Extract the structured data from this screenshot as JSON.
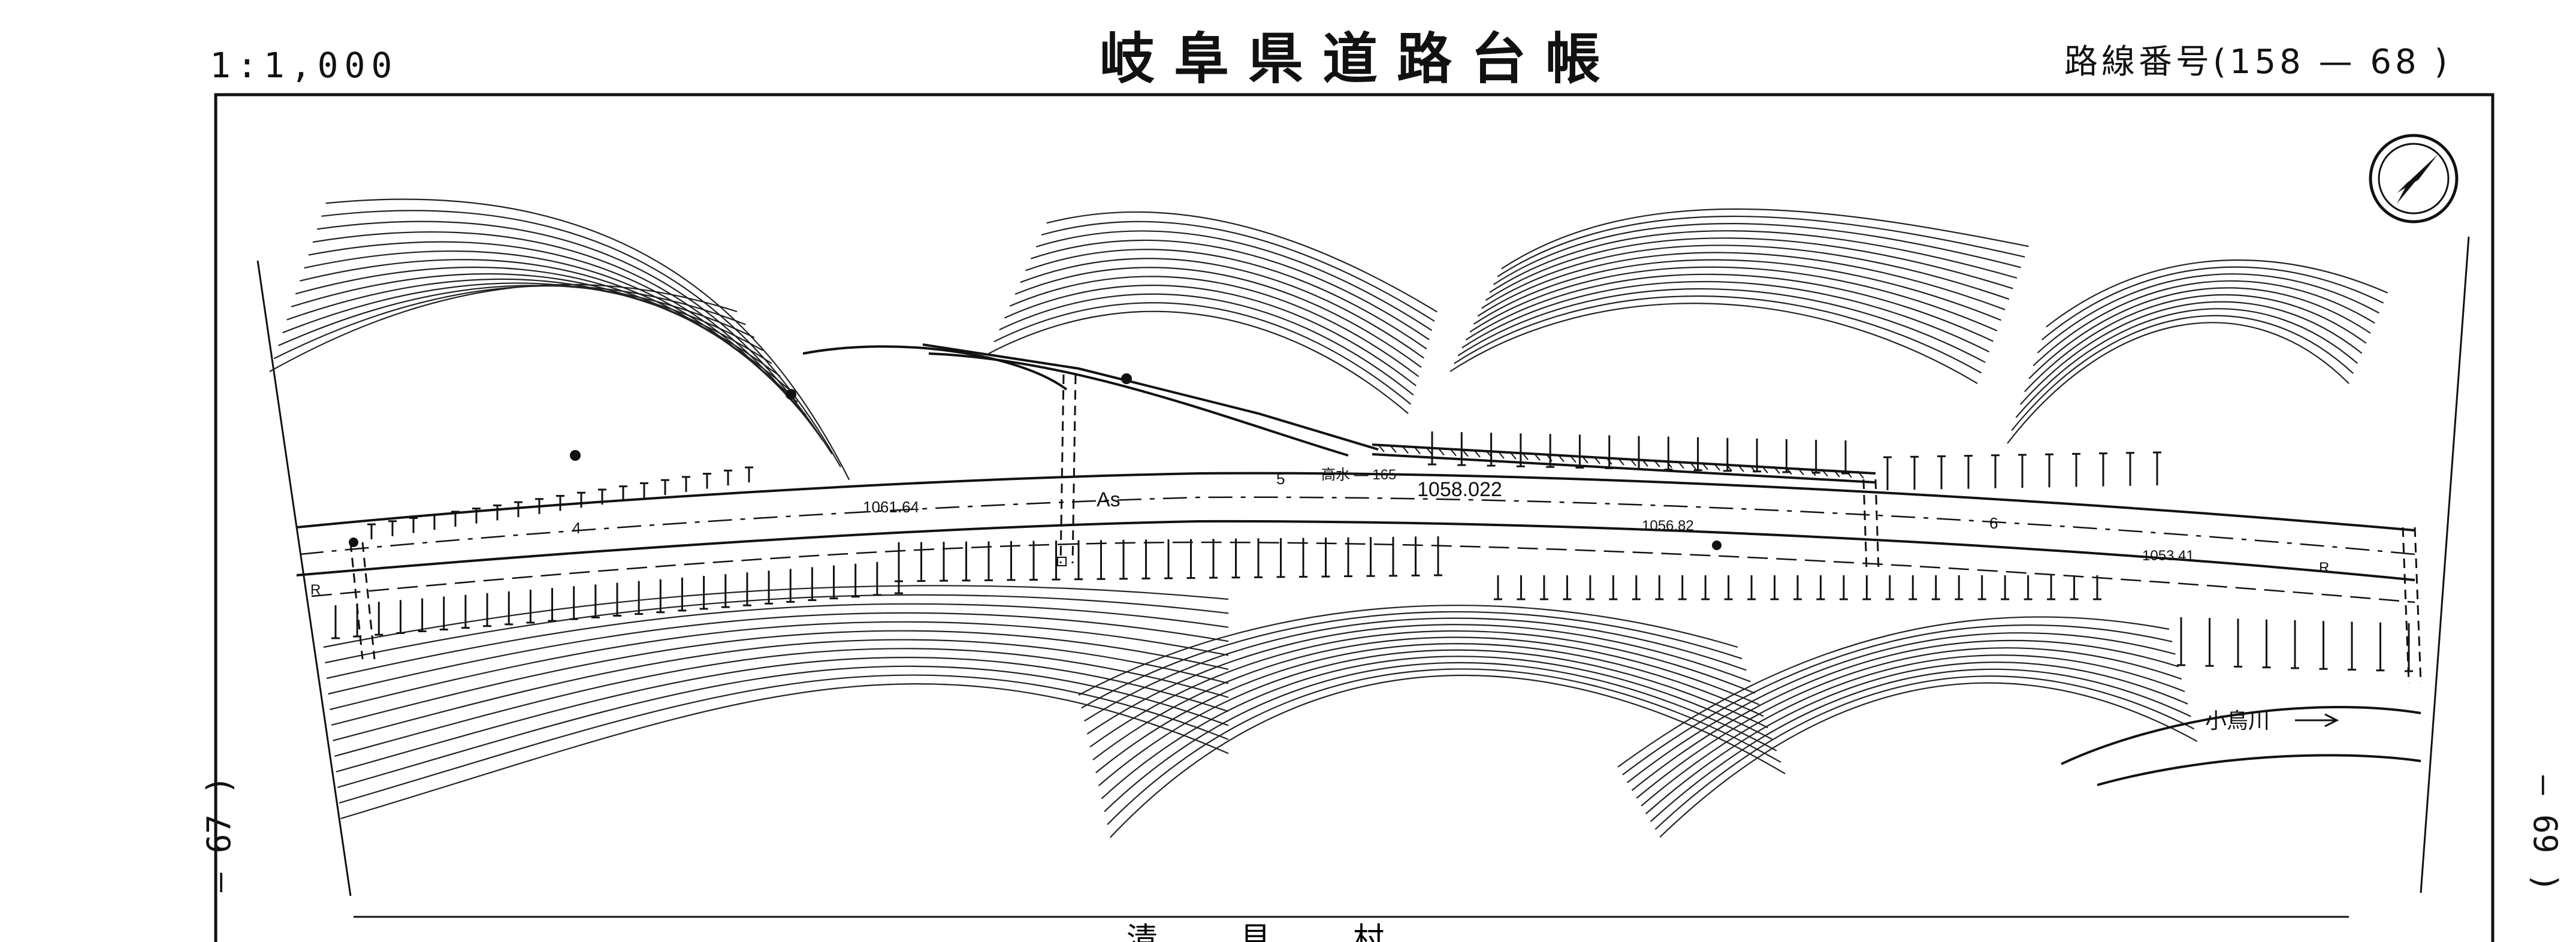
{
  "header": {
    "scale": "1:1,000",
    "title": "岐阜県道路台帳",
    "route_label": "路線番号(",
    "route_number": "158",
    "route_dash": "—",
    "route_sheet": "68",
    "route_close": ")"
  },
  "side_labels": {
    "left": "— 67 )",
    "right": "— 69 )"
  },
  "map": {
    "north_arrow": "north-arrow",
    "stations": [
      "4",
      "5",
      "6"
    ],
    "elevations": [
      "1061.64",
      "1058.022",
      "1056.82",
      "1053.41"
    ],
    "surface": "As",
    "water_level": "高水 — 165",
    "river_name": "小鳥川",
    "road_marker": "R",
    "bottom_caption": "清 　　 見 　　 村"
  }
}
